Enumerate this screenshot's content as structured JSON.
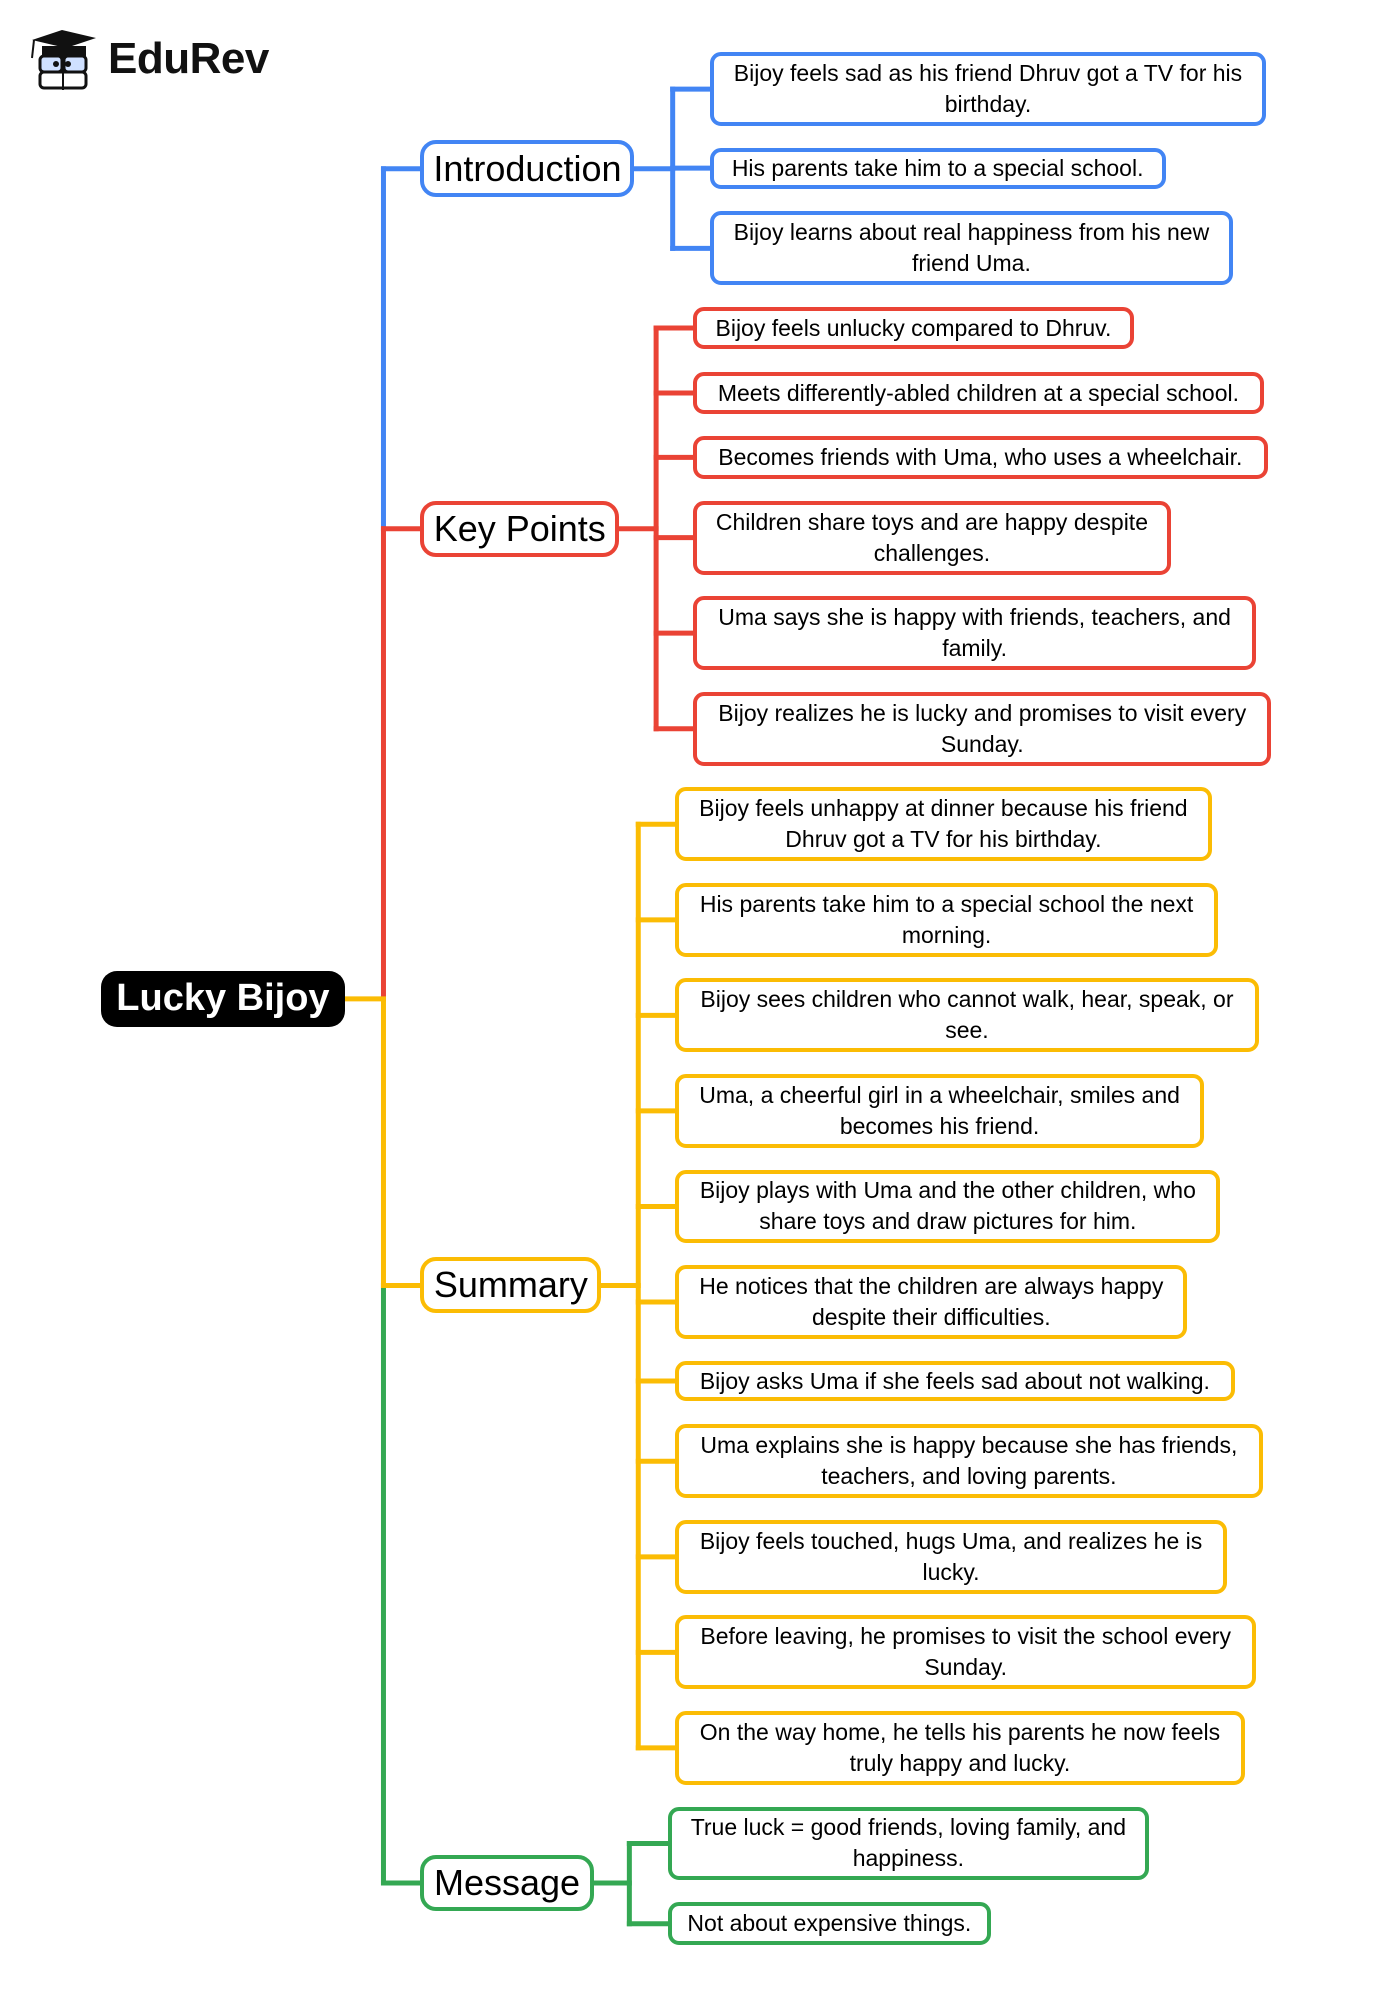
{
  "logo": {
    "text": "EduRev"
  },
  "root": {
    "label": "Lucky Bijoy"
  },
  "colors": {
    "root": "#000000"
  },
  "branches": [
    {
      "label": "Introduction",
      "color": "#4285F4",
      "items": [
        "Bijoy feels sad as his friend Dhruv got a TV for his birthday.",
        "His parents take him to a special school.",
        "Bijoy learns about real happiness from his new friend Uma."
      ]
    },
    {
      "label": "Key Points",
      "color": "#EA4335",
      "items": [
        "Bijoy feels unlucky compared to Dhruv.",
        "Meets differently-abled children at a special school.",
        "Becomes friends with Uma, who uses a wheelchair.",
        "Children share toys and are happy despite challenges.",
        "Uma says she is happy with friends, teachers, and family.",
        "Bijoy realizes he is lucky and promises to visit every Sunday."
      ]
    },
    {
      "label": "Summary",
      "color": "#FBBC04",
      "items": [
        "Bijoy feels unhappy at dinner because his friend Dhruv got a TV for his birthday.",
        "His parents take him to a special school the next morning.",
        "Bijoy sees children who cannot walk, hear, speak, or see.",
        "Uma, a cheerful girl in a wheelchair, smiles and becomes his friend.",
        "Bijoy plays with Uma and the other children, who share toys and draw pictures for him.",
        "He notices that the children are always happy despite their difficulties.",
        "Bijoy asks Uma if she feels sad about not walking.",
        "Uma explains she is happy because she has friends, teachers, and loving parents.",
        "Bijoy feels touched, hugs Uma, and realizes he is lucky.",
        "Before leaving, he promises to visit the school every Sunday.",
        "On the way home, he tells his parents he now feels truly happy and lucky."
      ]
    },
    {
      "label": "Message",
      "color": "#34A853",
      "items": [
        "True luck = good friends, loving family, and happiness.",
        "Not about expensive things."
      ]
    }
  ]
}
